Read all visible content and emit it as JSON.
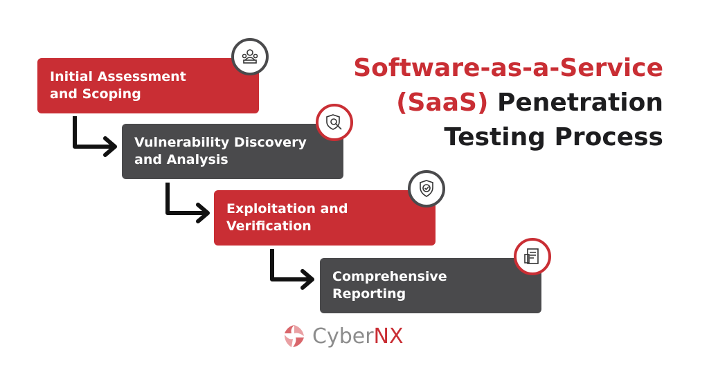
{
  "title": {
    "line1_accent": "Software-as-a-Service",
    "line2_accent": "(SaaS)",
    "line2_rest": " Penetration",
    "line3": "Testing Process"
  },
  "steps": [
    {
      "line1": "Initial Assessment",
      "line2": "and Scoping",
      "icon": "meeting-icon",
      "color": "#c92e34"
    },
    {
      "line1": "Vulnerability Discovery",
      "line2": "and Analysis",
      "icon": "search-shield-icon",
      "color": "#4a4a4c"
    },
    {
      "line1": "Exploitation and",
      "line2": "Verification",
      "icon": "check-shield-icon",
      "color": "#c92e34"
    },
    {
      "line1": "Comprehensive",
      "line2": "Reporting",
      "icon": "report-icon",
      "color": "#4a4a4c"
    }
  ],
  "logo": {
    "part1": "Cyber",
    "part2": "NX"
  },
  "colors": {
    "accent": "#c92e34",
    "dark": "#4a4a4c",
    "text": "#1d1d1f"
  }
}
